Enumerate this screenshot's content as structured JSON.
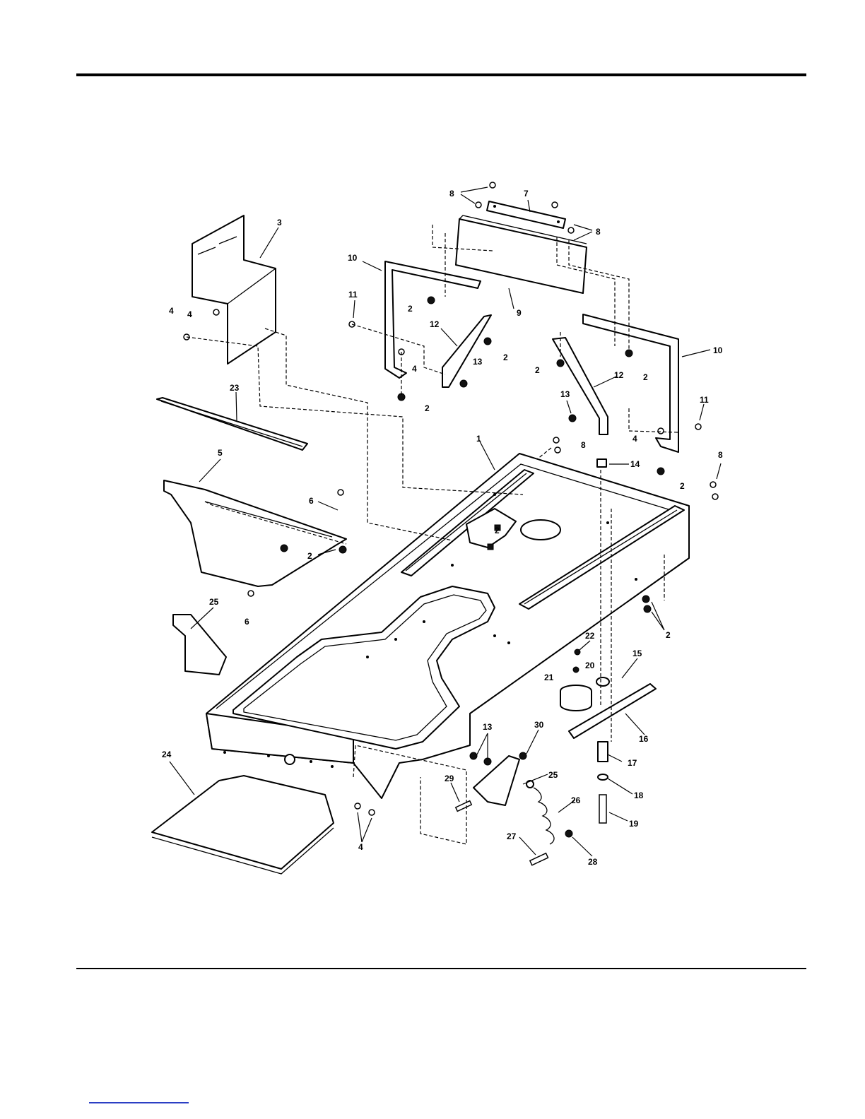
{
  "callouts": [
    {
      "id": "c8a",
      "label": "8"
    },
    {
      "id": "c7",
      "label": "7"
    },
    {
      "id": "c8b",
      "label": "8"
    },
    {
      "id": "c3",
      "label": "3"
    },
    {
      "id": "c10a",
      "label": "10"
    },
    {
      "id": "c11a",
      "label": "11"
    },
    {
      "id": "c2a",
      "label": "2"
    },
    {
      "id": "c9",
      "label": "9"
    },
    {
      "id": "c4a",
      "label": "4"
    },
    {
      "id": "c4b",
      "label": "4"
    },
    {
      "id": "c12a",
      "label": "12"
    },
    {
      "id": "c2b",
      "label": "2"
    },
    {
      "id": "c4c",
      "label": "4"
    },
    {
      "id": "c13a",
      "label": "13"
    },
    {
      "id": "c2c",
      "label": "2"
    },
    {
      "id": "c10b",
      "label": "10"
    },
    {
      "id": "c2d",
      "label": "2"
    },
    {
      "id": "c2e",
      "label": "2"
    },
    {
      "id": "c12b",
      "label": "12"
    },
    {
      "id": "c23",
      "label": "23"
    },
    {
      "id": "c13b",
      "label": "13"
    },
    {
      "id": "c11b",
      "label": "11"
    },
    {
      "id": "c4d",
      "label": "4"
    },
    {
      "id": "c8c",
      "label": "8"
    },
    {
      "id": "c1",
      "label": "1"
    },
    {
      "id": "c14",
      "label": "14"
    },
    {
      "id": "c2f",
      "label": "2"
    },
    {
      "id": "c8d",
      "label": "8"
    },
    {
      "id": "c5",
      "label": "5"
    },
    {
      "id": "c6a",
      "label": "6"
    },
    {
      "id": "c2g",
      "label": "2"
    },
    {
      "id": "c2h",
      "label": "2"
    },
    {
      "id": "c25a",
      "label": "25"
    },
    {
      "id": "c6b",
      "label": "6"
    },
    {
      "id": "c2i",
      "label": "2"
    },
    {
      "id": "c22",
      "label": "22"
    },
    {
      "id": "c15",
      "label": "15"
    },
    {
      "id": "c21",
      "label": "21"
    },
    {
      "id": "c20",
      "label": "20"
    },
    {
      "id": "c16",
      "label": "16"
    },
    {
      "id": "c24",
      "label": "24"
    },
    {
      "id": "c13c",
      "label": "13"
    },
    {
      "id": "c30",
      "label": "30"
    },
    {
      "id": "c17",
      "label": "17"
    },
    {
      "id": "c29",
      "label": "29"
    },
    {
      "id": "c25b",
      "label": "25"
    },
    {
      "id": "c18",
      "label": "18"
    },
    {
      "id": "c26",
      "label": "26"
    },
    {
      "id": "c19",
      "label": "19"
    },
    {
      "id": "c4e",
      "label": "4"
    },
    {
      "id": "c27",
      "label": "27"
    },
    {
      "id": "c28",
      "label": "28"
    }
  ]
}
